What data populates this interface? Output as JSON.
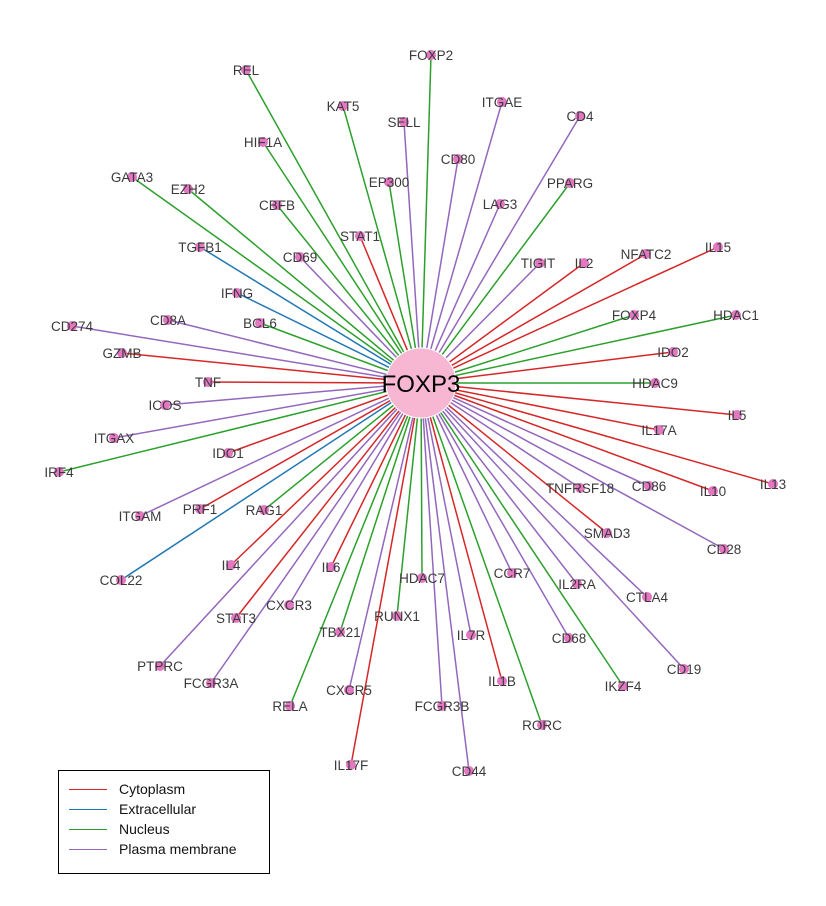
{
  "colors": {
    "Cytoplasm": "#d62728",
    "Extracellular": "#1f77b4",
    "Nucleus": "#2ca02c",
    "Plasma membrane": "#9467bd",
    "node": "#e377c2",
    "hub": "#f7b6d2"
  },
  "hub": {
    "id": "FOXP3",
    "label": "FOXP3"
  },
  "legend": [
    {
      "label": "Cytoplasm",
      "category": "Cytoplasm"
    },
    {
      "label": "Extracellular",
      "category": "Extracellular"
    },
    {
      "label": "Nucleus",
      "category": "Nucleus"
    },
    {
      "label": "Plasma membrane",
      "category": "Plasma membrane"
    }
  ],
  "nodes": [
    {
      "label": "FOXP2",
      "category": "Nucleus"
    },
    {
      "label": "REL",
      "category": "Nucleus"
    },
    {
      "label": "KAT5",
      "category": "Nucleus"
    },
    {
      "label": "ITGAE",
      "category": "Plasma membrane"
    },
    {
      "label": "CD4",
      "category": "Plasma membrane"
    },
    {
      "label": "SELL",
      "category": "Plasma membrane"
    },
    {
      "label": "HIF1A",
      "category": "Nucleus"
    },
    {
      "label": "CD80",
      "category": "Plasma membrane"
    },
    {
      "label": "GATA3",
      "category": "Nucleus"
    },
    {
      "label": "EZH2",
      "category": "Nucleus"
    },
    {
      "label": "EP300",
      "category": "Nucleus"
    },
    {
      "label": "PPARG",
      "category": "Nucleus"
    },
    {
      "label": "CBFB",
      "category": "Nucleus"
    },
    {
      "label": "LAG3",
      "category": "Plasma membrane"
    },
    {
      "label": "STAT1",
      "category": "Cytoplasm"
    },
    {
      "label": "TGFB1",
      "category": "Extracellular"
    },
    {
      "label": "IL15",
      "category": "Cytoplasm"
    },
    {
      "label": "NFATC2",
      "category": "Cytoplasm"
    },
    {
      "label": "CD69",
      "category": "Plasma membrane"
    },
    {
      "label": "TIGIT",
      "category": "Plasma membrane"
    },
    {
      "label": "IL2",
      "category": "Cytoplasm"
    },
    {
      "label": "IFNG",
      "category": "Extracellular"
    },
    {
      "label": "HDAC1",
      "category": "Nucleus"
    },
    {
      "label": "FOXP4",
      "category": "Nucleus"
    },
    {
      "label": "CD274",
      "category": "Plasma membrane"
    },
    {
      "label": "CD8A",
      "category": "Plasma membrane"
    },
    {
      "label": "BCL6",
      "category": "Nucleus"
    },
    {
      "label": "IDO2",
      "category": "Cytoplasm"
    },
    {
      "label": "GZMB",
      "category": "Cytoplasm"
    },
    {
      "label": "TNF",
      "category": "Cytoplasm"
    },
    {
      "label": "HDAC9",
      "category": "Nucleus"
    },
    {
      "label": "ICOS",
      "category": "Plasma membrane"
    },
    {
      "label": "IL5",
      "category": "Cytoplasm"
    },
    {
      "label": "IL17A",
      "category": "Cytoplasm"
    },
    {
      "label": "ITGAX",
      "category": "Plasma membrane"
    },
    {
      "label": "IDO1",
      "category": "Cytoplasm"
    },
    {
      "label": "IRF4",
      "category": "Nucleus"
    },
    {
      "label": "IL13",
      "category": "Cytoplasm"
    },
    {
      "label": "IL10",
      "category": "Cytoplasm"
    },
    {
      "label": "TNFRSF18",
      "category": "Plasma membrane"
    },
    {
      "label": "CD86",
      "category": "Plasma membrane"
    },
    {
      "label": "ITGAM",
      "category": "Plasma membrane"
    },
    {
      "label": "PRF1",
      "category": "Cytoplasm"
    },
    {
      "label": "RAG1",
      "category": "Nucleus"
    },
    {
      "label": "SMAD3",
      "category": "Cytoplasm"
    },
    {
      "label": "CD28",
      "category": "Plasma membrane"
    },
    {
      "label": "COL22",
      "category": "Extracellular"
    },
    {
      "label": "IL4",
      "category": "Cytoplasm"
    },
    {
      "label": "IL6",
      "category": "Cytoplasm"
    },
    {
      "label": "HDAC7",
      "category": "Nucleus"
    },
    {
      "label": "CCR7",
      "category": "Plasma membrane"
    },
    {
      "label": "IL2RA",
      "category": "Plasma membrane"
    },
    {
      "label": "CTLA4",
      "category": "Plasma membrane"
    },
    {
      "label": "STAT3",
      "category": "Cytoplasm"
    },
    {
      "label": "CXCR3",
      "category": "Plasma membrane"
    },
    {
      "label": "RUNX1",
      "category": "Nucleus"
    },
    {
      "label": "TBX21",
      "category": "Nucleus"
    },
    {
      "label": "IL7R",
      "category": "Plasma membrane"
    },
    {
      "label": "CD68",
      "category": "Plasma membrane"
    },
    {
      "label": "PTPRC",
      "category": "Plasma membrane"
    },
    {
      "label": "CD19",
      "category": "Plasma membrane"
    },
    {
      "label": "IL1B",
      "category": "Cytoplasm"
    },
    {
      "label": "FCGR3A",
      "category": "Plasma membrane"
    },
    {
      "label": "IKZF4",
      "category": "Nucleus"
    },
    {
      "label": "RELA",
      "category": "Nucleus"
    },
    {
      "label": "CXCR5",
      "category": "Plasma membrane"
    },
    {
      "label": "FCGR3B",
      "category": "Plasma membrane"
    },
    {
      "label": "RORC",
      "category": "Nucleus"
    },
    {
      "label": "IL17F",
      "category": "Cytoplasm"
    },
    {
      "label": "CD44",
      "category": "Plasma membrane"
    }
  ]
}
